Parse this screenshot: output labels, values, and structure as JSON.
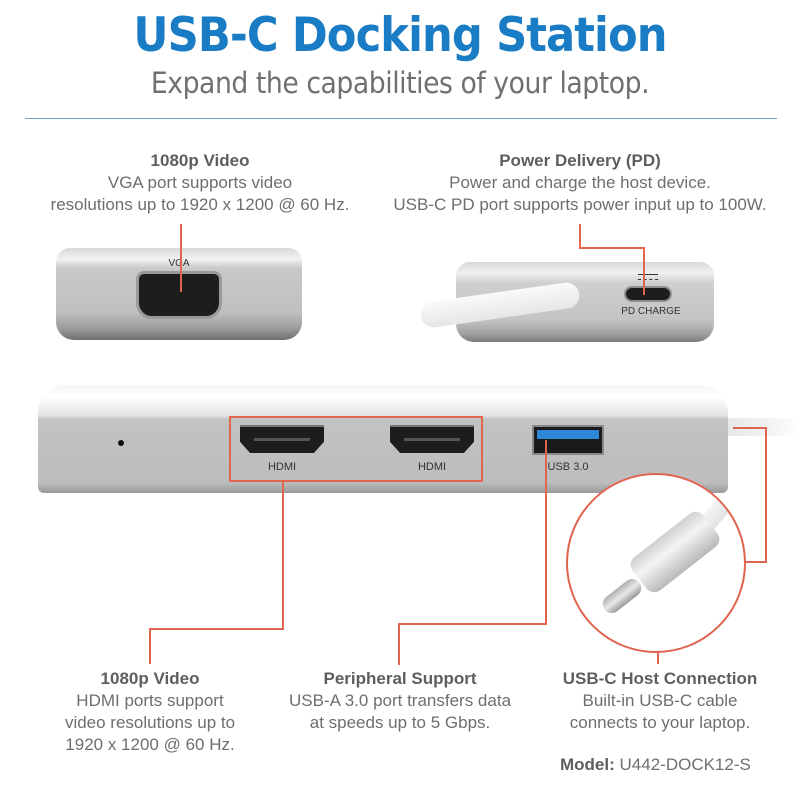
{
  "header": {
    "title": "USB-C Docking Station",
    "subtitle": "Expand the capabilities of your laptop."
  },
  "colors": {
    "title_blue": "#1a7cc4",
    "callout_red": "#e0644e",
    "text_gray": "#6e6e6e",
    "divider_blue": "#6f9fc8"
  },
  "callouts": {
    "vga": {
      "heading": "1080p Video",
      "line1": "VGA port supports video",
      "line2": "resolutions up to 1920 x 1200 @ 60 Hz."
    },
    "pd": {
      "heading": "Power Delivery (PD)",
      "line1": "Power and charge the host device.",
      "line2": "USB-C PD port supports power input up to 100W."
    },
    "hdmi": {
      "heading": "1080p Video",
      "line1": "HDMI ports support",
      "line2": "video resolutions up to",
      "line3": "1920 x 1200 @ 60 Hz."
    },
    "usba": {
      "heading": "Peripheral Support",
      "line1": "USB-A 3.0 port transfers data",
      "line2": "at speeds up to 5 Gbps."
    },
    "host": {
      "heading": "USB-C Host Connection",
      "line1": "Built-in USB-C cable",
      "line2": "connects to your laptop."
    }
  },
  "device_labels": {
    "vga": "VGA",
    "pd_charge": "PD CHARGE",
    "hdmi_1": "HDMI",
    "hdmi_2": "HDMI",
    "usb3": "USB 3.0"
  },
  "model": {
    "label": "Model:",
    "value": "U442-DOCK12-S"
  }
}
